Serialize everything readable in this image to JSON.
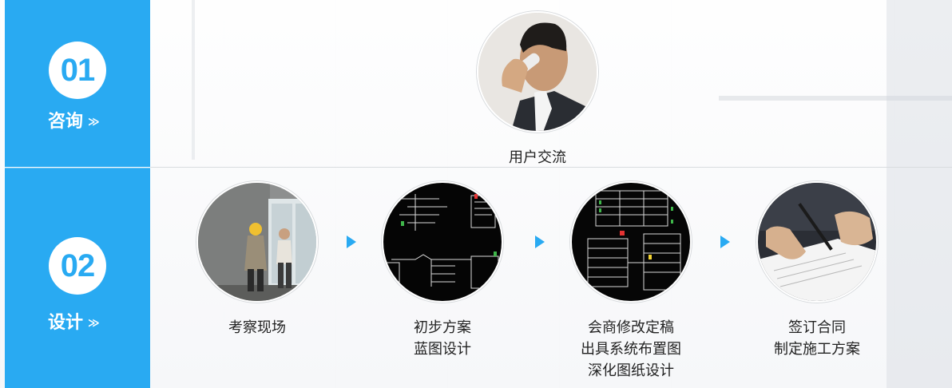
{
  "steps": [
    {
      "number": "01",
      "label": "咨询",
      "chevron": "≫",
      "items": [
        {
          "icon": "phone-call-photo",
          "caption_lines": [
            "用户交流"
          ]
        }
      ]
    },
    {
      "number": "02",
      "label": "设计",
      "chevron": "≫",
      "items": [
        {
          "icon": "site-survey-photo",
          "caption_lines": [
            "考察现场"
          ]
        },
        {
          "icon": "blueprint-photo",
          "caption_lines": [
            "初步方案",
            "蓝图设计"
          ]
        },
        {
          "icon": "system-diagram-photo",
          "caption_lines": [
            "会商修改定稿",
            "出具系统布置图",
            "深化图纸设计"
          ]
        },
        {
          "icon": "contract-signing-photo",
          "caption_lines": [
            "签订合同",
            "制定施工方案"
          ]
        }
      ]
    }
  ],
  "colors": {
    "accent": "#29aaf2",
    "text": "#222222",
    "arrow": "#29aaf2"
  }
}
